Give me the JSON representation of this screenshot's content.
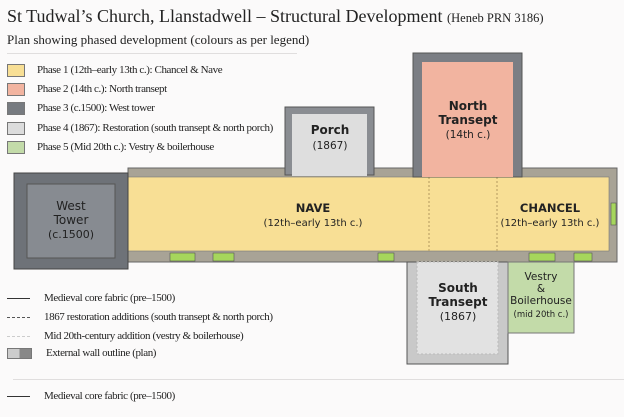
{
  "title": "St Tudwal’s Church, Llanstadwell – Structural Development",
  "title_ref": "(Heneb PRN 3186)",
  "subtitle": "Plan showing phased development (colours as per legend)",
  "legend": [
    {
      "label": "Phase 1 (12th–early 13th c.): Chancel & Nave",
      "color": "#f8df95"
    },
    {
      "label": "Phase 2 (14th c.): North transept",
      "color": "#f2b4a0"
    },
    {
      "label": "Phase 3 (c.1500): West tower",
      "color": "#777b80"
    },
    {
      "label": "Phase 4 (1867): Restoration (south transept & north porch)",
      "color": "#dcdcdc"
    },
    {
      "label": "Phase 5 (Mid 20th c.): Vestry & boilerhouse",
      "color": "#c3dba9"
    }
  ],
  "line_legend": [
    {
      "label": "Medieval core fabric (pre–1500)",
      "style": "solid"
    },
    {
      "label": "1867 restoration additions (south transept & north porch)",
      "style": "dashed"
    },
    {
      "label": "Mid 20th-century addition (vestry & boilerhouse)",
      "style": "dotted-light"
    },
    {
      "label": "External wall outline (plan)",
      "style": "wall-swatch"
    }
  ],
  "footer_legend": {
    "label": "Medieval core fabric (pre–1500)",
    "style": "solid"
  },
  "plan": {
    "tower": {
      "name": "West",
      "name2": "Tower",
      "date": "(c.1500)"
    },
    "porch": {
      "name": "Porch",
      "date": "(1867)"
    },
    "north_transept": {
      "name": "North",
      "name2": "Transept",
      "date": "(14th c.)"
    },
    "nave": {
      "name": "NAVE",
      "date": "(12th–early 13th c.)"
    },
    "chancel": {
      "name": "CHANCEL",
      "date": "(12th–early 13th c.)"
    },
    "south_transept": {
      "name": "South",
      "name2": "Transept",
      "date": "(1867)"
    },
    "vestry": {
      "name": "Vestry",
      "name2": "&",
      "name3": "Boilerhouse",
      "date": "(mid 20th c.)"
    }
  }
}
